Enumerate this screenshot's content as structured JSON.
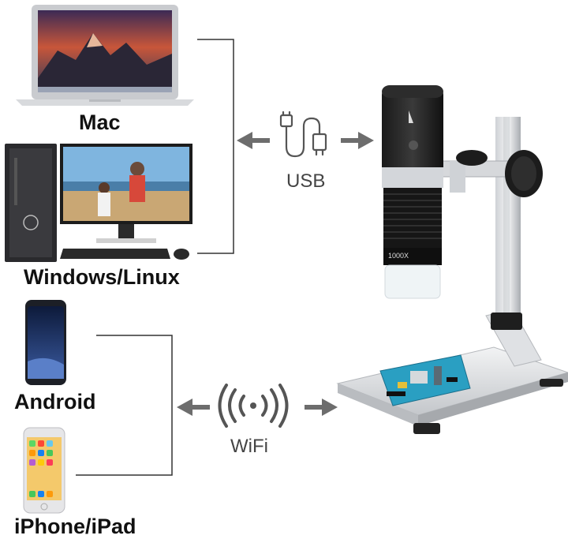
{
  "devices": {
    "mac": "Mac",
    "windows": "Windows/Linux",
    "android": "Android",
    "iphone": "iPhone/iPad"
  },
  "connections": {
    "usb": "USB",
    "wifi": "WiFi"
  },
  "microscope": {
    "magnification": "1000X"
  },
  "colors": {
    "line": "#333333",
    "arrow": "#6d6d6d",
    "icon": "#555555"
  }
}
